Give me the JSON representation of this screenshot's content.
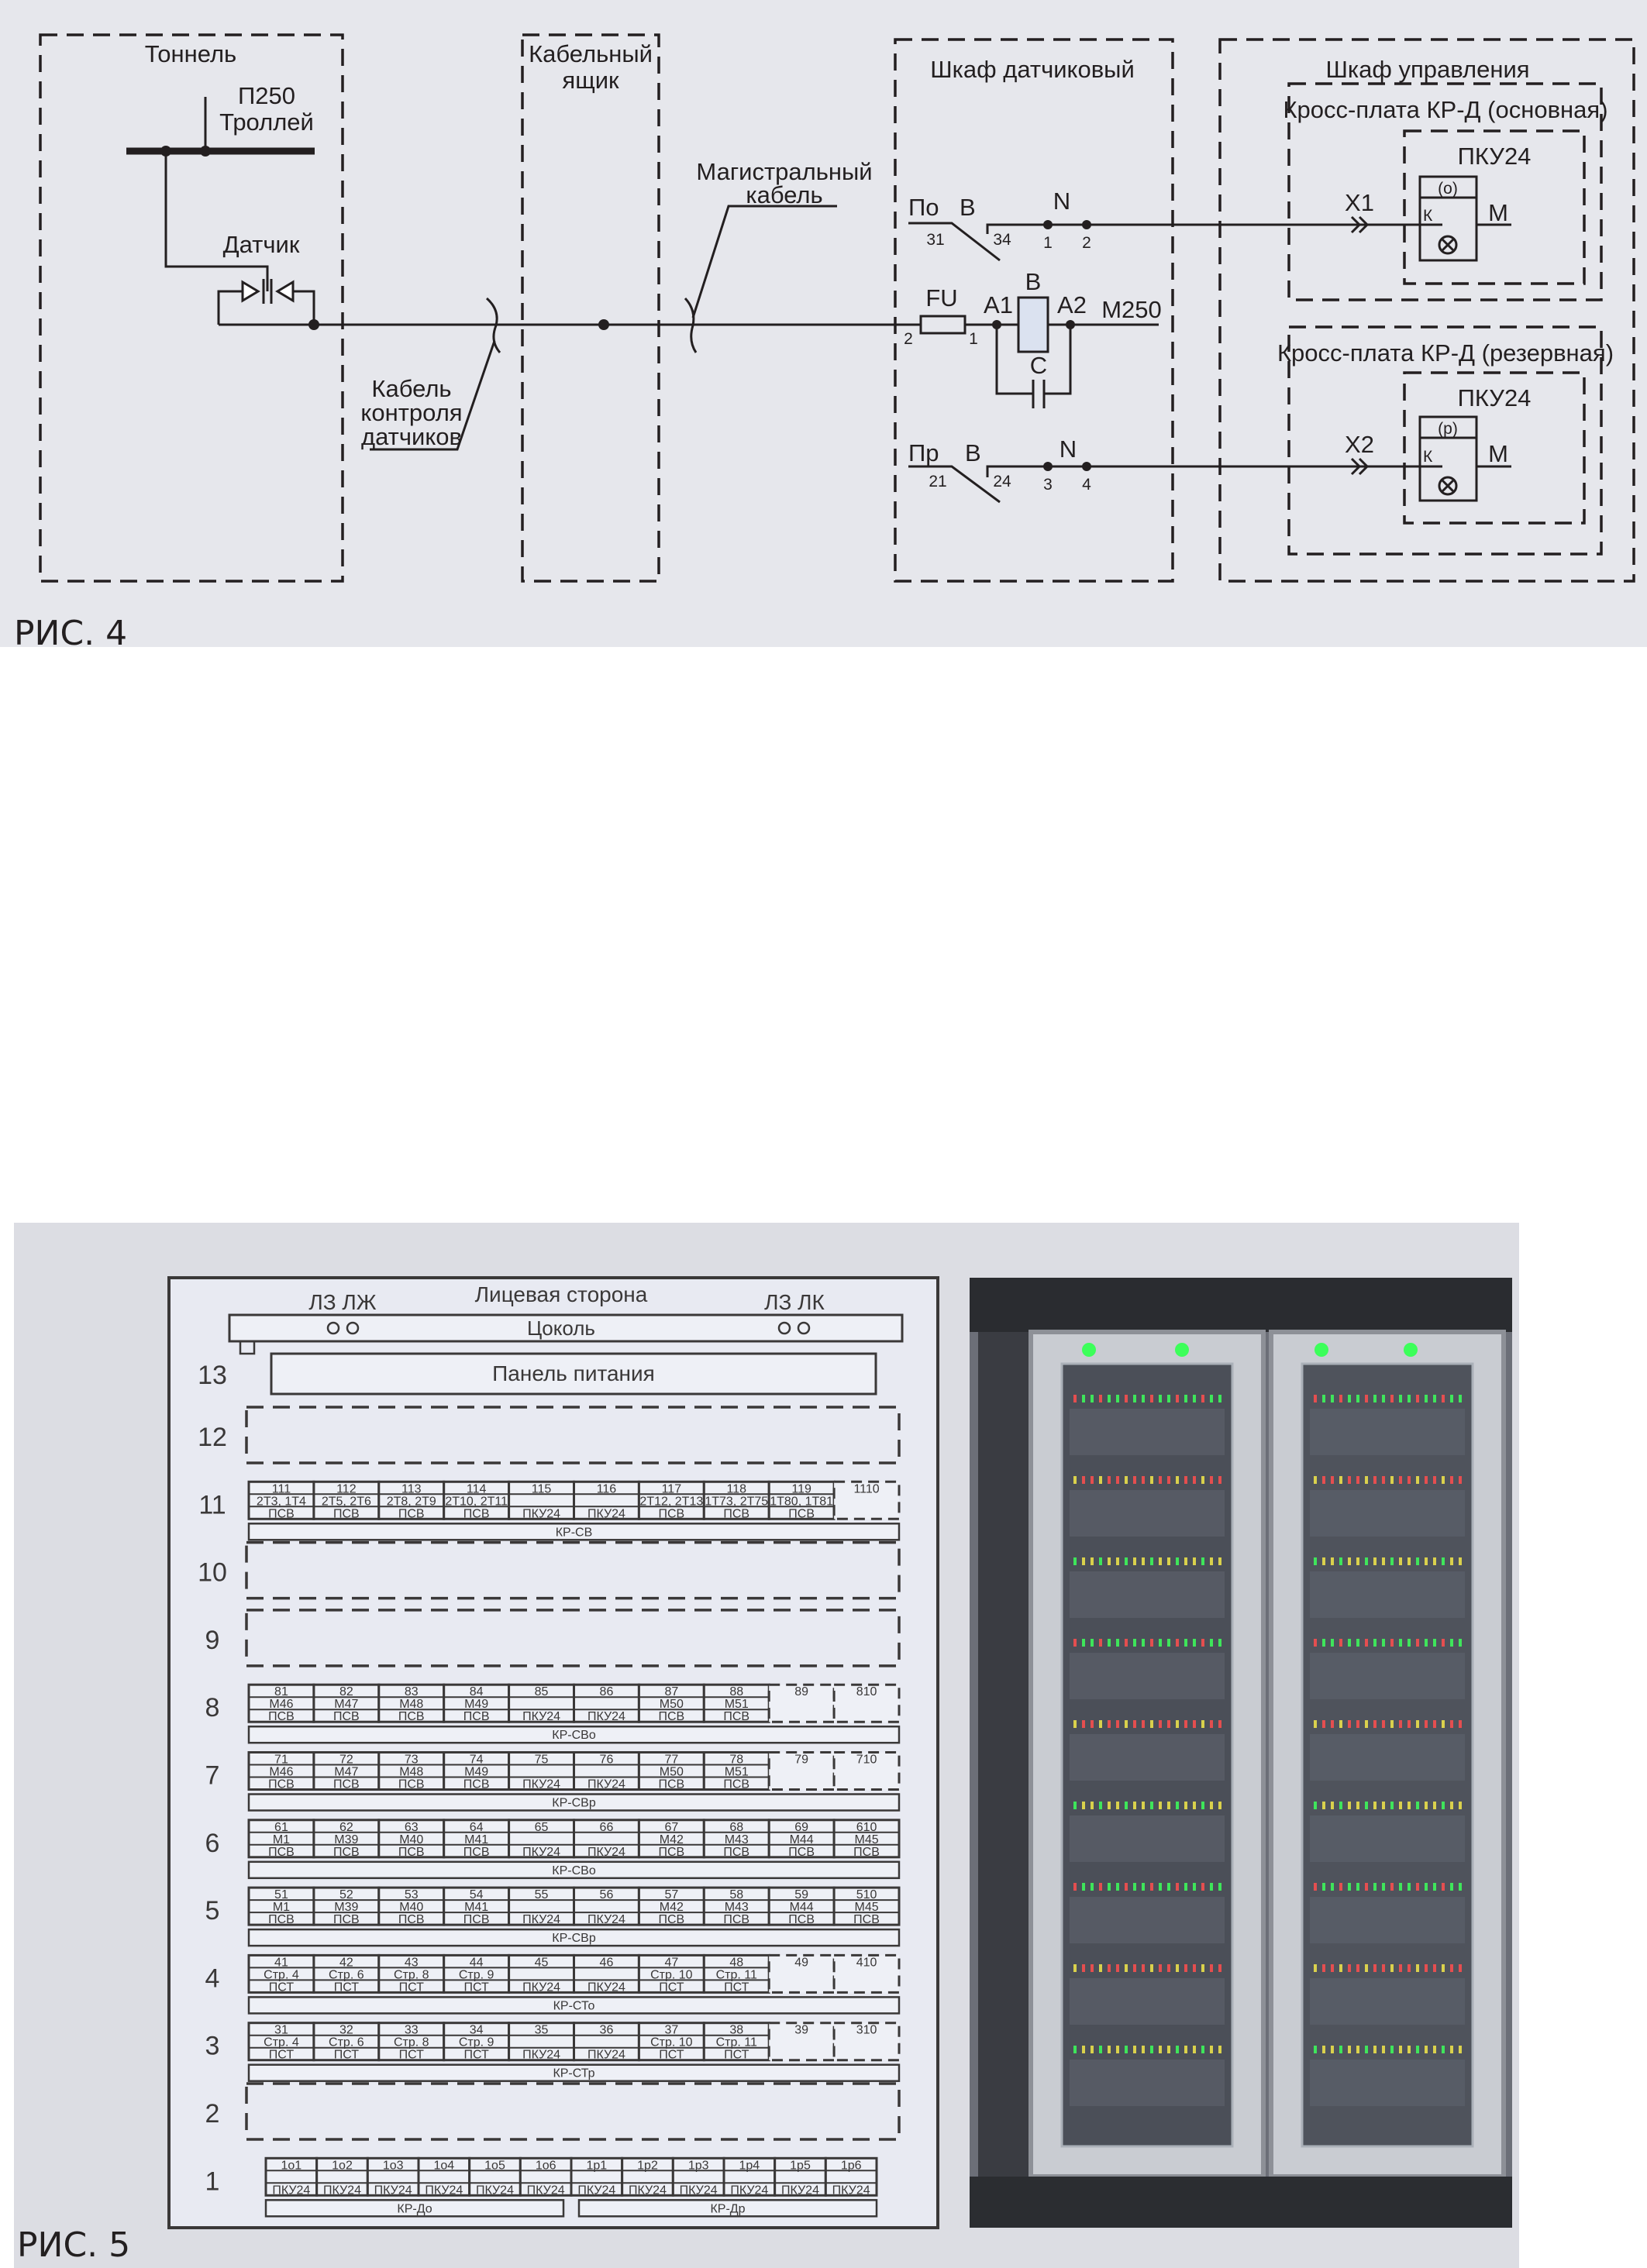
{
  "fig4": {
    "caption": "РИС. 4",
    "tunnel": {
      "title": "Тоннель",
      "trolley_id": "П250",
      "trolley": "Троллей",
      "sensor": "Датчик"
    },
    "cable_box": {
      "title_line1": "Кабельный",
      "title_line2": "ящик"
    },
    "sensor_cable": {
      "line1": "Кабель",
      "line2": "контроля",
      "line3": "датчиков"
    },
    "main_cable": {
      "line1": "Магистральный",
      "line2": "кабель"
    },
    "sensor_cabinet": {
      "title": "Шкаф датчиковый",
      "contact_main": {
        "label": "По",
        "b": "B",
        "pin_a": "31",
        "pin_b": "34",
        "n": "N",
        "n1": "1",
        "n2": "2"
      },
      "contact_reserve": {
        "label": "Пр",
        "b": "B",
        "pin_a": "21",
        "pin_b": "24",
        "n": "N",
        "n1": "3",
        "n2": "4"
      },
      "fuse": {
        "label": "FU",
        "pin_in": "2",
        "pin_out": "1"
      },
      "relay": {
        "label": "B",
        "a1": "A1",
        "a2": "A2",
        "cap": "C",
        "out": "M250"
      }
    },
    "control_cabinet": {
      "title": "Шкаф управления",
      "main_board": {
        "title": "Кросс-плата КР-Д (основная)",
        "module": "ПКУ24",
        "mark": "(о)",
        "k": "К",
        "m": "М",
        "connector": "X1"
      },
      "reserve_board": {
        "title": "Кросс-плата КР-Д (резервная)",
        "module": "ПКУ24",
        "mark": "(р)",
        "k": "К",
        "m": "М",
        "connector": "X2"
      }
    }
  },
  "fig5": {
    "caption": "РИС. 5",
    "rack": {
      "front_label": "Лицевая сторона",
      "lz_left": "ЛЗ ЛЖ",
      "lz_right": "ЛЗ ЛК",
      "plinth": "Цоколь",
      "power_panel": "Панель питания",
      "power_row": "13",
      "shelves": [
        {
          "num": "12",
          "empty": true
        },
        {
          "num": "11",
          "bar": "КР-СВ",
          "dashed_from": 9,
          "slots": [
            {
              "n": "111",
              "m": "2Т3, 1Т4",
              "t": "ПСВ"
            },
            {
              "n": "112",
              "m": "2Т5, 2Т6",
              "t": "ПСВ"
            },
            {
              "n": "113",
              "m": "2Т8, 2Т9",
              "t": "ПСВ"
            },
            {
              "n": "114",
              "m": "2Т10, 2Т11",
              "t": "ПСВ"
            },
            {
              "n": "115",
              "m": "",
              "t": "ПКУ24"
            },
            {
              "n": "116",
              "m": "",
              "t": "ПКУ24"
            },
            {
              "n": "117",
              "m": "2Т12, 2Т13",
              "t": "ПСВ"
            },
            {
              "n": "118",
              "m": "1Т73, 2Т75",
              "t": "ПСВ"
            },
            {
              "n": "119",
              "m": "1Т80, 1Т81",
              "t": "ПСВ"
            },
            {
              "n": "1110",
              "m": "",
              "t": ""
            }
          ]
        },
        {
          "num": "10",
          "empty": true
        },
        {
          "num": "9",
          "empty": true
        },
        {
          "num": "8",
          "bar": "КР-СВо",
          "dashed_from": 8,
          "slots": [
            {
              "n": "81",
              "m": "М46",
              "t": "ПСВ"
            },
            {
              "n": "82",
              "m": "М47",
              "t": "ПСВ"
            },
            {
              "n": "83",
              "m": "М48",
              "t": "ПСВ"
            },
            {
              "n": "84",
              "m": "М49",
              "t": "ПСВ"
            },
            {
              "n": "85",
              "m": "",
              "t": "ПКУ24"
            },
            {
              "n": "86",
              "m": "",
              "t": "ПКУ24"
            },
            {
              "n": "87",
              "m": "М50",
              "t": "ПСВ"
            },
            {
              "n": "88",
              "m": "М51",
              "t": "ПСВ"
            },
            {
              "n": "89",
              "m": "",
              "t": ""
            },
            {
              "n": "810",
              "m": "",
              "t": ""
            }
          ]
        },
        {
          "num": "7",
          "bar": "КР-СВр",
          "dashed_from": 8,
          "slots": [
            {
              "n": "71",
              "m": "М46",
              "t": "ПСВ"
            },
            {
              "n": "72",
              "m": "М47",
              "t": "ПСВ"
            },
            {
              "n": "73",
              "m": "М48",
              "t": "ПСВ"
            },
            {
              "n": "74",
              "m": "М49",
              "t": "ПСВ"
            },
            {
              "n": "75",
              "m": "",
              "t": "ПКУ24"
            },
            {
              "n": "76",
              "m": "",
              "t": "ПКУ24"
            },
            {
              "n": "77",
              "m": "М50",
              "t": "ПСВ"
            },
            {
              "n": "78",
              "m": "М51",
              "t": "ПСВ"
            },
            {
              "n": "79",
              "m": "",
              "t": ""
            },
            {
              "n": "710",
              "m": "",
              "t": ""
            }
          ]
        },
        {
          "num": "6",
          "bar": "КР-СВо",
          "dashed_from": 99,
          "slots": [
            {
              "n": "61",
              "m": "М1",
              "t": "ПСВ"
            },
            {
              "n": "62",
              "m": "М39",
              "t": "ПСВ"
            },
            {
              "n": "63",
              "m": "М40",
              "t": "ПСВ"
            },
            {
              "n": "64",
              "m": "М41",
              "t": "ПСВ"
            },
            {
              "n": "65",
              "m": "",
              "t": "ПКУ24"
            },
            {
              "n": "66",
              "m": "",
              "t": "ПКУ24"
            },
            {
              "n": "67",
              "m": "М42",
              "t": "ПСВ"
            },
            {
              "n": "68",
              "m": "М43",
              "t": "ПСВ"
            },
            {
              "n": "69",
              "m": "М44",
              "t": "ПСВ"
            },
            {
              "n": "610",
              "m": "М45",
              "t": "ПСВ"
            }
          ]
        },
        {
          "num": "5",
          "bar": "КР-СВр",
          "dashed_from": 99,
          "slots": [
            {
              "n": "51",
              "m": "М1",
              "t": "ПСВ"
            },
            {
              "n": "52",
              "m": "М39",
              "t": "ПСВ"
            },
            {
              "n": "53",
              "m": "М40",
              "t": "ПСВ"
            },
            {
              "n": "54",
              "m": "М41",
              "t": "ПСВ"
            },
            {
              "n": "55",
              "m": "",
              "t": "ПКУ24"
            },
            {
              "n": "56",
              "m": "",
              "t": "ПКУ24"
            },
            {
              "n": "57",
              "m": "М42",
              "t": "ПСВ"
            },
            {
              "n": "58",
              "m": "М43",
              "t": "ПСВ"
            },
            {
              "n": "59",
              "m": "М44",
              "t": "ПСВ"
            },
            {
              "n": "510",
              "m": "М45",
              "t": "ПСВ"
            }
          ]
        },
        {
          "num": "4",
          "bar": "КР-СТо",
          "dashed_from": 8,
          "slots": [
            {
              "n": "41",
              "m": "Стр. 4",
              "t": "ПСТ"
            },
            {
              "n": "42",
              "m": "Стр. 6",
              "t": "ПСТ"
            },
            {
              "n": "43",
              "m": "Стр. 8",
              "t": "ПСТ"
            },
            {
              "n": "44",
              "m": "Стр. 9",
              "t": "ПСТ"
            },
            {
              "n": "45",
              "m": "",
              "t": "ПКУ24"
            },
            {
              "n": "46",
              "m": "",
              "t": "ПКУ24"
            },
            {
              "n": "47",
              "m": "Стр. 10",
              "t": "ПСТ"
            },
            {
              "n": "48",
              "m": "Стр. 11",
              "t": "ПСТ"
            },
            {
              "n": "49",
              "m": "",
              "t": ""
            },
            {
              "n": "410",
              "m": "",
              "t": ""
            }
          ]
        },
        {
          "num": "3",
          "bar": "КР-СТр",
          "dashed_from": 8,
          "slots": [
            {
              "n": "31",
              "m": "Стр. 4",
              "t": "ПСТ"
            },
            {
              "n": "32",
              "m": "Стр. 6",
              "t": "ПСТ"
            },
            {
              "n": "33",
              "m": "Стр. 8",
              "t": "ПСТ"
            },
            {
              "n": "34",
              "m": "Стр. 9",
              "t": "ПСТ"
            },
            {
              "n": "35",
              "m": "",
              "t": "ПКУ24"
            },
            {
              "n": "36",
              "m": "",
              "t": "ПКУ24"
            },
            {
              "n": "37",
              "m": "Стр. 10",
              "t": "ПСТ"
            },
            {
              "n": "38",
              "m": "Стр. 11",
              "t": "ПСТ"
            },
            {
              "n": "39",
              "m": "",
              "t": ""
            },
            {
              "n": "310",
              "m": "",
              "t": ""
            }
          ]
        },
        {
          "num": "2",
          "empty": true
        },
        {
          "num": "1",
          "bars": [
            "КР-До",
            "КР-Др"
          ],
          "dashed_from": 99,
          "slots": [
            {
              "n": "1о1",
              "m": "",
              "t": "ПКУ24"
            },
            {
              "n": "1о2",
              "m": "",
              "t": "ПКУ24"
            },
            {
              "n": "1о3",
              "m": "",
              "t": "ПКУ24"
            },
            {
              "n": "1о4",
              "m": "",
              "t": "ПКУ24"
            },
            {
              "n": "1о5",
              "m": "",
              "t": "ПКУ24"
            },
            {
              "n": "1о6",
              "m": "",
              "t": "ПКУ24"
            },
            {
              "n": "1р1",
              "m": "",
              "t": "ПКУ24"
            },
            {
              "n": "1р2",
              "m": "",
              "t": "ПКУ24"
            },
            {
              "n": "1р3",
              "m": "",
              "t": "ПКУ24"
            },
            {
              "n": "1р4",
              "m": "",
              "t": "ПКУ24"
            },
            {
              "n": "1р5",
              "m": "",
              "t": "ПКУ24"
            },
            {
              "n": "1р6",
              "m": "",
              "t": "ПКУ24"
            }
          ]
        }
      ]
    }
  },
  "colors": {
    "panel_blue": "#dfe5f1",
    "panel_green": "#e4ecd6",
    "page_gray": "#e6e7ec",
    "led_green": "#3cff5a"
  }
}
